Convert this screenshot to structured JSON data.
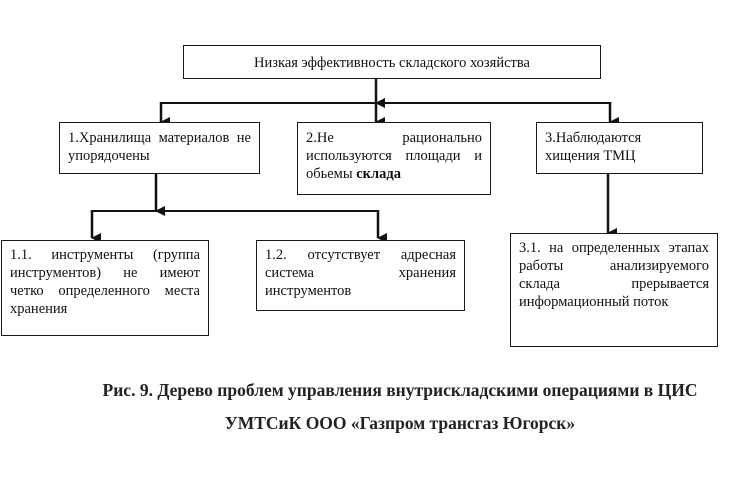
{
  "diagram": {
    "root": {
      "text": "Низкая эффективность складского хозяйства"
    },
    "level1": [
      {
        "id": "1",
        "text": "1.Хранилища материалов не упорядочены"
      },
      {
        "id": "2",
        "text_prefix": "2.Не рационально используются площади и обьемы ",
        "text_bold": "склада"
      },
      {
        "id": "3",
        "text": "3.Наблюдаются хищения ТМЦ"
      }
    ],
    "level2": [
      {
        "id": "1.1",
        "parent": "1",
        "text": "1.1. инструменты (группа инструментов) не имеют четко определенного места хранения"
      },
      {
        "id": "1.2",
        "parent": "1",
        "text": "1.2. отсутствует адресная система хранения инструментов"
      },
      {
        "id": "3.1",
        "parent": "3",
        "text": "3.1. на определенных этапах работы анализируемого склада прерывается информационный поток"
      }
    ]
  },
  "caption": {
    "line1": "Рис. 9. Дерево проблем управления внутрискладскими операциями в ЦИС",
    "line2": "УМТСиК ООО «Газпром трансгаз Югорск»"
  }
}
